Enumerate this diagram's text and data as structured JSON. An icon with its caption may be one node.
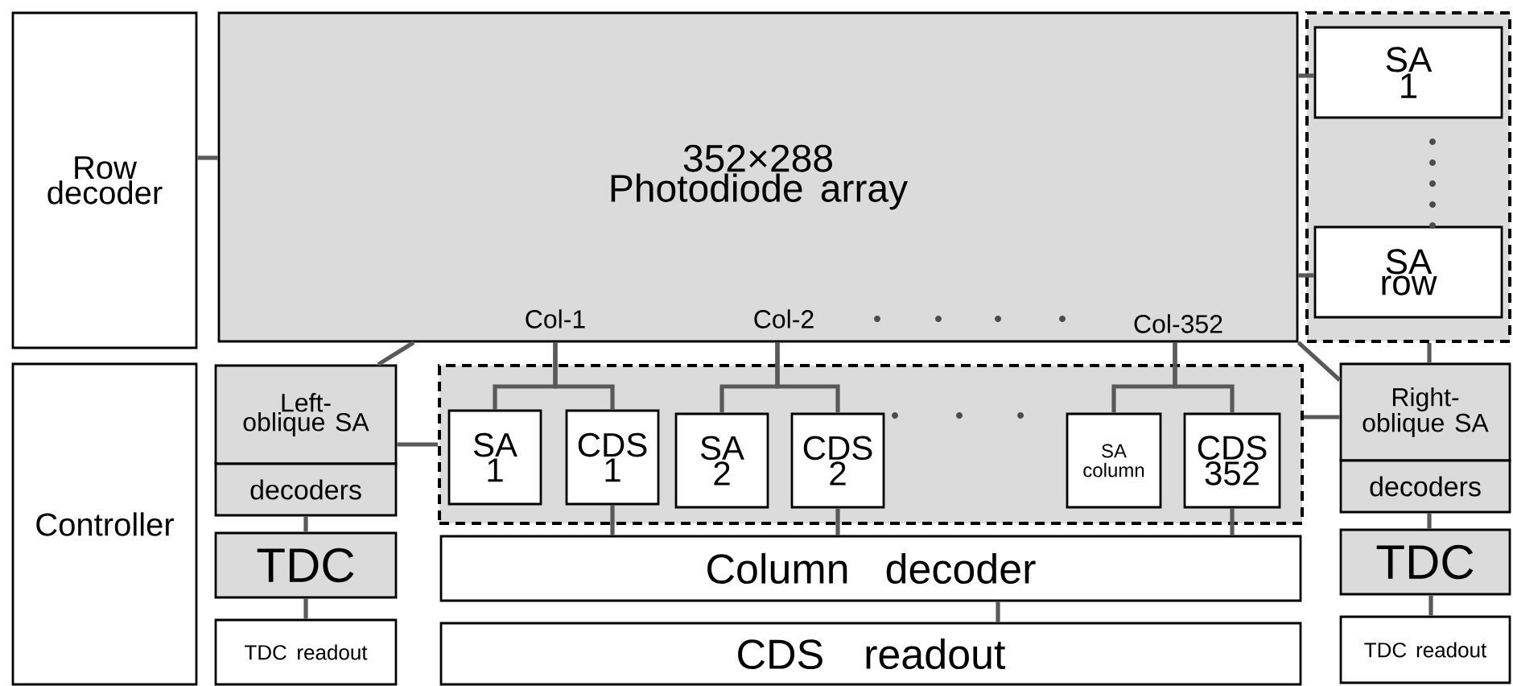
{
  "diagram": {
    "nodes": [
      {
        "text": [
          "Row decoder"
        ]
      },
      {
        "text": [
          "Controller"
        ]
      },
      {
        "text": [
          "352×288 Photodiode array"
        ]
      },
      {
        "text": [],
        "shape": "box"
      },
      {
        "text": [
          "SA 1"
        ],
        "in": 3
      },
      {
        "text": [
          "SA row"
        ],
        "in": 3
      },
      {
        "text": [
          "Left-oblique SA"
        ]
      },
      {
        "text": [
          "decoders"
        ]
      },
      {
        "text": [
          "TDC"
        ]
      },
      {
        "text": [
          "TDC readout"
        ]
      },
      {
        "text": [],
        "shape": "box"
      },
      {
        "text": [
          "SA 1"
        ],
        "in": 10
      },
      {
        "text": [
          "CDS 1"
        ],
        "in": 10
      },
      {
        "text": [
          "SA 2"
        ],
        "in": 10
      },
      {
        "text": [
          "CDS 2"
        ],
        "in": 10
      },
      {
        "text": [
          "SA column"
        ],
        "in": 10
      },
      {
        "text": [
          "CDS 352"
        ],
        "in": 10
      },
      {
        "text": [
          "Right-oblique SA"
        ]
      },
      {
        "text": [
          "decoders"
        ]
      },
      {
        "text": [
          "TDC"
        ]
      },
      {
        "text": [
          "TDC readout"
        ]
      },
      {
        "text": [
          "Column decoder"
        ]
      },
      {
        "text": [
          "CDS readout"
        ]
      }
    ],
    "edges": [
      {
        "from": 0,
        "to": 2,
        "arrow": "none"
      },
      {
        "from": 2,
        "to": 4,
        "arrow": "none"
      },
      {
        "from": 2,
        "to": 5,
        "arrow": "none"
      },
      {
        "from": 3,
        "to": 17,
        "arrow": "none"
      },
      {
        "from": 2,
        "to": 6,
        "arrow": "none"
      },
      {
        "from": 2,
        "to": 17,
        "arrow": "none"
      },
      {
        "from": 6,
        "to": 10,
        "arrow": "none"
      },
      {
        "from": 17,
        "to": 10,
        "arrow": "none"
      },
      {
        "from": 7,
        "to": 8,
        "arrow": "none"
      },
      {
        "from": 8,
        "to": 9,
        "arrow": "none"
      },
      {
        "from": 18,
        "to": 19,
        "arrow": "none"
      },
      {
        "from": 19,
        "to": 20,
        "arrow": "none"
      },
      {
        "from": 2,
        "to": 11,
        "arrow": "none"
      },
      {
        "from": 2,
        "to": 12,
        "arrow": "none"
      },
      {
        "from": 2,
        "to": 13,
        "arrow": "none"
      },
      {
        "from": 2,
        "to": 14,
        "arrow": "none"
      },
      {
        "from": 2,
        "to": 15,
        "arrow": "none"
      },
      {
        "from": 2,
        "to": 16,
        "arrow": "none"
      },
      {
        "from": 12,
        "to": 21,
        "arrow": "none"
      },
      {
        "from": 14,
        "to": 21,
        "arrow": "none"
      },
      {
        "from": 16,
        "to": 21,
        "arrow": "none"
      },
      {
        "from": 21,
        "to": 22,
        "arrow": "none"
      }
    ],
    "labels": [
      "Col-1",
      "Col-2",
      "Col-352"
    ]
  }
}
